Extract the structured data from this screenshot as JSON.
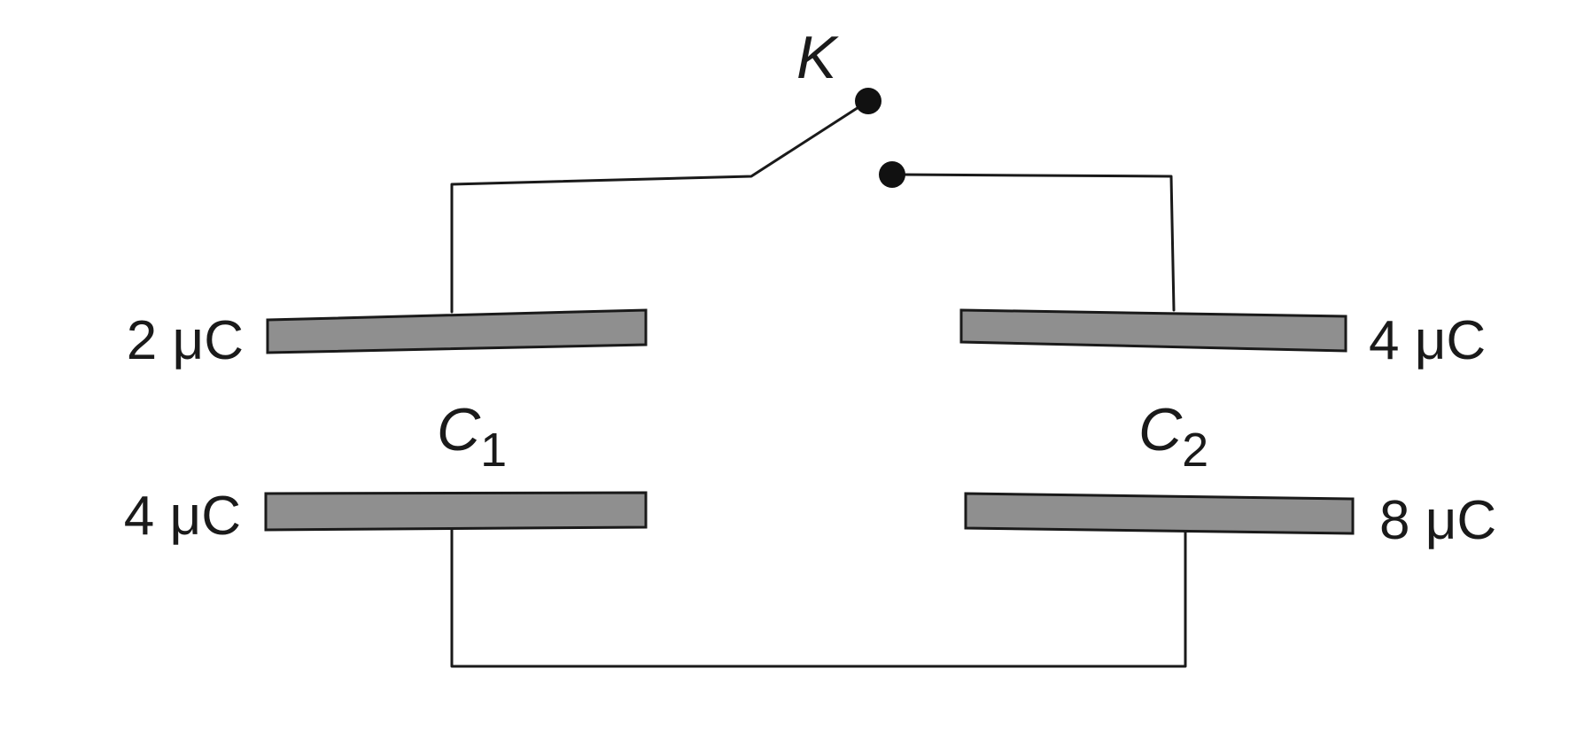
{
  "switch": {
    "label": "K"
  },
  "capacitors": [
    {
      "name": "C",
      "subscript": "1",
      "top_charge": "2 μC",
      "bottom_charge": "4 μC"
    },
    {
      "name": "C",
      "subscript": "2",
      "top_charge": "4 μC",
      "bottom_charge": "8 μC"
    }
  ],
  "colors": {
    "wire": "#1a1a1a",
    "plate_fill": "#8f8f8f",
    "terminal": "#111111",
    "background": "#ffffff"
  }
}
